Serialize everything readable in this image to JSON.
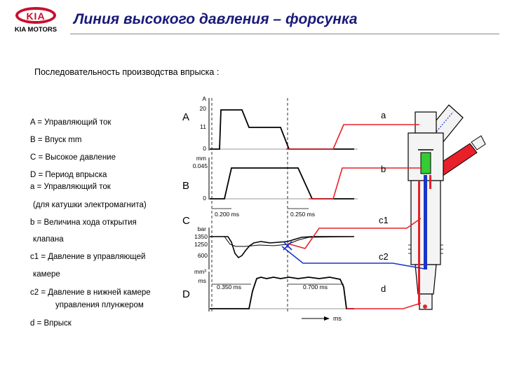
{
  "header": {
    "logo_text": "KIA",
    "logo_subtext": "KIA MOTORS",
    "title": "Линия высокого давления – форсунка"
  },
  "subtitle": "Последовательность производства впрыска :",
  "legend": [
    "A = Управляющий ток",
    "B = Впуск  mm",
    "C = Высокое давление",
    "D = Период впрыска",
    "a  = Управляющий ток",
    "(для катушки  электромагнита)",
    "b  = Величина хода открытия",
    "клапана",
    "c1 = Давление в управляющей",
    "камере",
    "c2 = Давление в нижней камере",
    "управления плунжером",
    "d   = Впрыск"
  ],
  "graph": {
    "row_letters": [
      "A",
      "B",
      "C",
      "D"
    ],
    "axis_labels": {
      "a_unit": "A",
      "a_20": "20",
      "a_11": "11",
      "a_0": "0",
      "b_unit": "mm",
      "b_0045": "0.045",
      "b_0": "0",
      "c_unit": "bar",
      "c_1350": "1350",
      "c_1250": "1250",
      "c_600": "600",
      "d_unit_top": "mm³",
      "d_unit_bottom": "ms"
    },
    "time_labels": {
      "t1": "0.200 ms",
      "t2": "0.250 ms",
      "t3": "0.350 ms",
      "t4": "0.700 ms",
      "x_unit": "ms"
    }
  },
  "injector_labels": {
    "a": "a",
    "b": "b",
    "c1": "c1",
    "c2": "c2",
    "d": "d"
  },
  "colors": {
    "callout_red": "#e8202a",
    "callout_blue": "#1a35c8",
    "solenoid_green": "#33cc33",
    "title_blue": "#1a1a7a",
    "logo_red": "#c8102e"
  }
}
